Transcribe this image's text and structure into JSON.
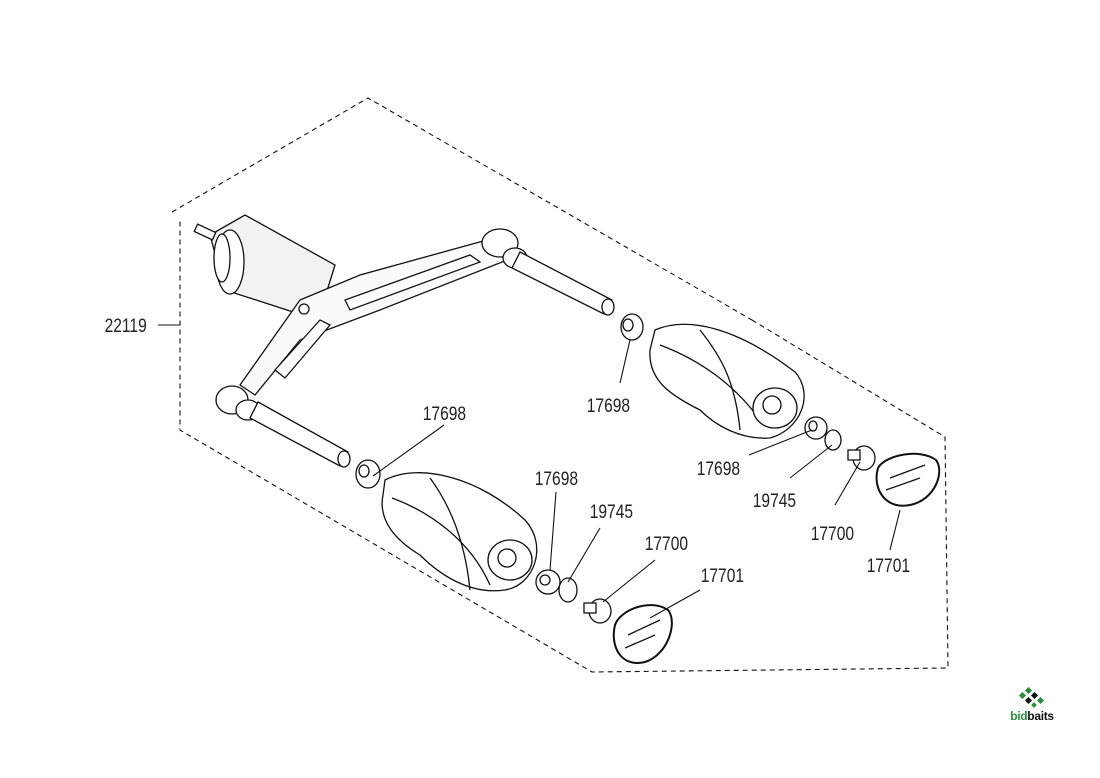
{
  "diagram": {
    "callouts": {
      "assembly": "22119",
      "knob_bearing_outer_a": "17698",
      "knob_bearing_outer_b": "17698",
      "knob_bearing_inner_a": "17698",
      "knob_bearing_inner_b": "17698",
      "washer_a": "19745",
      "washer_b": "19745",
      "screw_a": "17700",
      "screw_b": "17700",
      "cap_a": "17701",
      "cap_b": "17701"
    }
  },
  "brand": {
    "name_part1": "bid",
    "name_part2": "baits"
  },
  "colors": {
    "line": "#111111",
    "accent": "#2a8d3a"
  }
}
